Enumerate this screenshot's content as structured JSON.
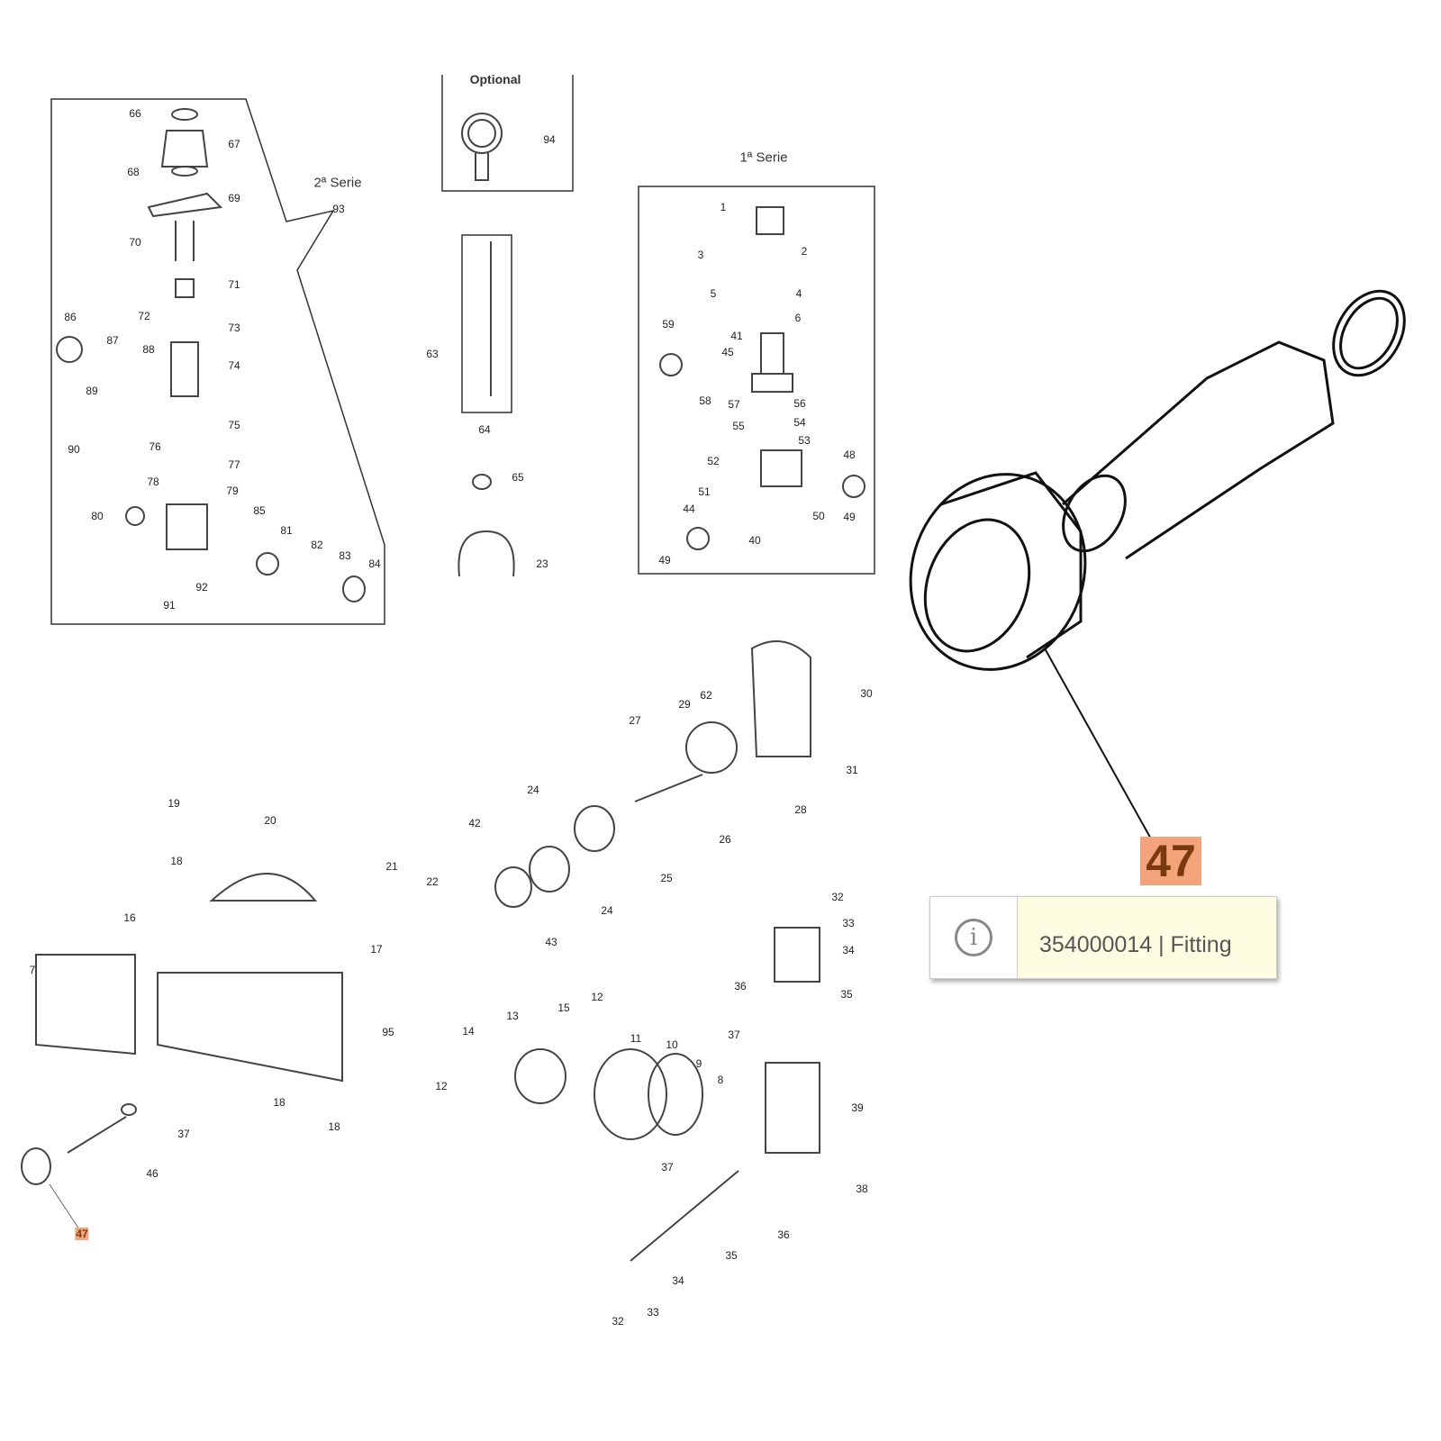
{
  "diagram": {
    "titles": {
      "serie2": "2ª Serie",
      "optional": "Optional",
      "serie1": "1ª Serie"
    },
    "callouts": [
      "93",
      "66",
      "67",
      "68",
      "69",
      "70",
      "71",
      "72",
      "73",
      "86",
      "87",
      "88",
      "74",
      "89",
      "75",
      "90",
      "76",
      "77",
      "78",
      "79",
      "80",
      "85",
      "81",
      "82",
      "83",
      "84",
      "92",
      "91",
      "94",
      "63",
      "64",
      "65",
      "23",
      "1",
      "2",
      "3",
      "5",
      "4",
      "6",
      "59",
      "41",
      "45",
      "58",
      "57",
      "56",
      "55",
      "54",
      "53",
      "48",
      "52",
      "51",
      "44",
      "50",
      "49",
      "40",
      "49",
      "30",
      "62",
      "29",
      "27",
      "31",
      "28",
      "26",
      "24",
      "42",
      "25",
      "24",
      "43",
      "21",
      "22",
      "19",
      "20",
      "18",
      "16",
      "17",
      "7",
      "95",
      "18",
      "18",
      "37",
      "46",
      "47",
      "13",
      "14",
      "15",
      "12",
      "11",
      "10",
      "9",
      "8",
      "12",
      "37",
      "37",
      "32",
      "33",
      "34",
      "36",
      "35",
      "39",
      "38",
      "36",
      "35",
      "34",
      "33",
      "32"
    ],
    "selected_callout": "47",
    "highlight_color": "#f4a47a"
  },
  "tooltip": {
    "icon": "info-icon",
    "text": "354000014 | Fitting",
    "background": "#fdfde2"
  }
}
